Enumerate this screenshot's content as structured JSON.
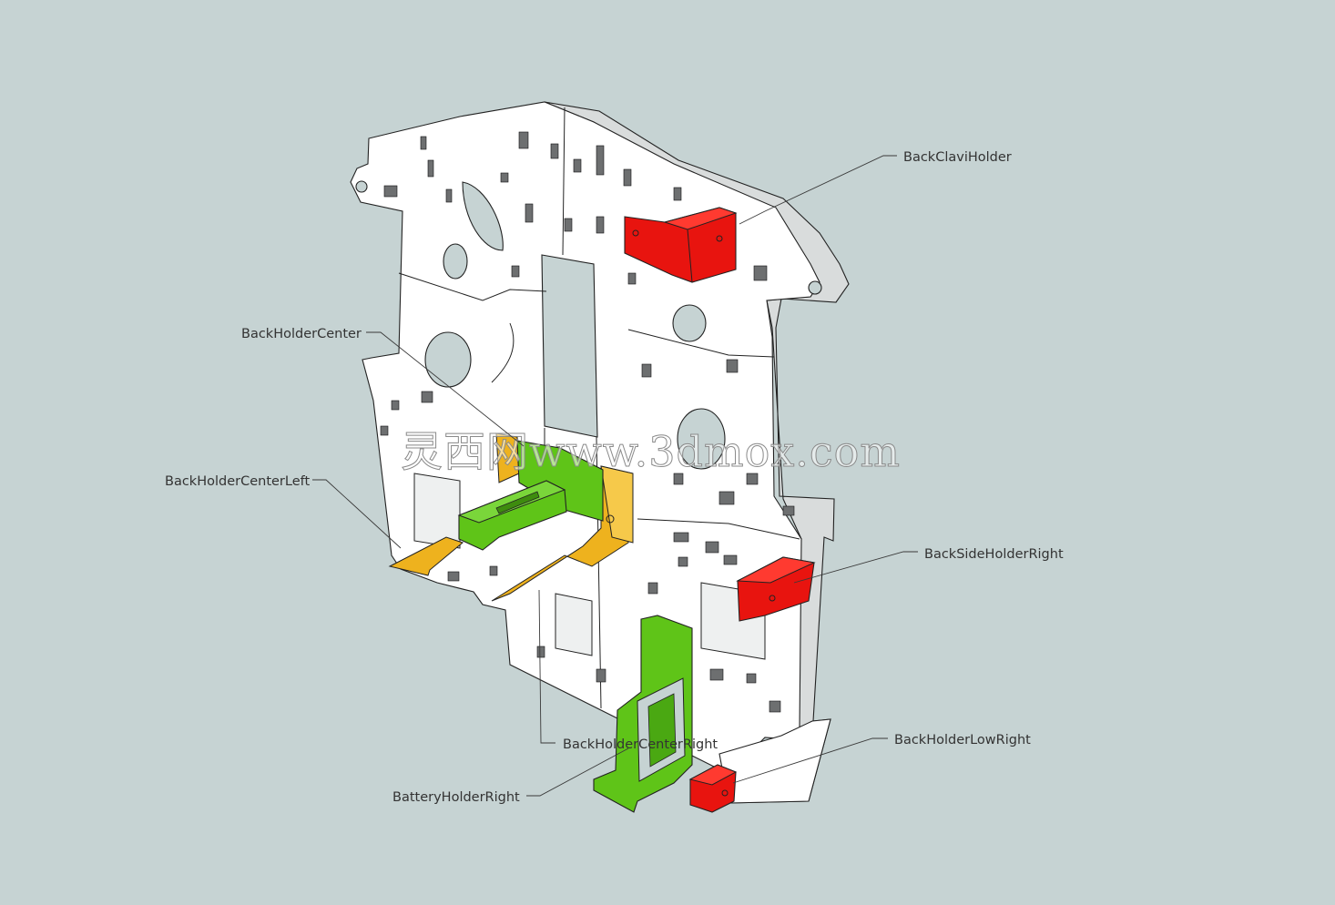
{
  "watermark": "灵西网www.3dmox.com",
  "labels": {
    "back_clavi_holder": "BackClaviHolder",
    "back_holder_center": "BackHolderCenter",
    "back_holder_center_left": "BackHolderCenterLeft",
    "back_side_holder_right": "BackSideHolderRight",
    "back_holder_center_right": "BackHolderCenterRight",
    "back_holder_low_right": "BackHolderLowRight",
    "battery_holder_right": "BatteryHolderRight"
  },
  "colors": {
    "background": "#c6d3d3",
    "frame": "#ffffff",
    "red_part": "#e8140f",
    "green_part": "#5fc418",
    "yellow_part": "#eeb21e"
  }
}
